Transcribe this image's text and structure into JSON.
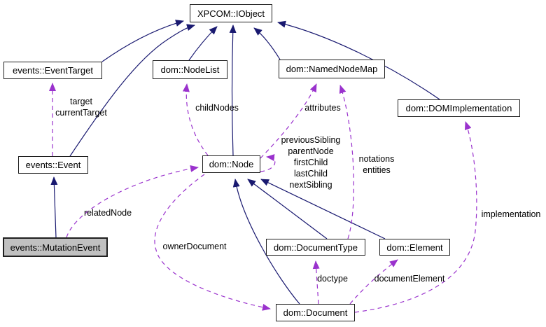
{
  "diagram": {
    "type": "class-collaboration-graph",
    "colors": {
      "inheritance_edge": "#191970",
      "usage_edge": "#9a32cd",
      "node_fill": "#ffffff",
      "node_border": "#1f1f1f",
      "current_node_fill": "#c0c0c0",
      "text": "#000000",
      "background": "#ffffff"
    },
    "nodes": [
      {
        "label": "XPCOM::IObject"
      },
      {
        "label": "events::EventTarget"
      },
      {
        "label": "dom::NodeList"
      },
      {
        "label": "dom::NamedNodeMap"
      },
      {
        "label": "dom::DOMImplementation"
      },
      {
        "label": "events::Event"
      },
      {
        "label": "dom::Node"
      },
      {
        "label": "events::MutationEvent",
        "highlighted": true
      },
      {
        "label": "dom::DocumentType"
      },
      {
        "label": "dom::Element"
      },
      {
        "label": "dom::Document"
      }
    ],
    "edges": {
      "inheritance": [
        {
          "from": "events::EventTarget",
          "to": "XPCOM::IObject"
        },
        {
          "from": "events::Event",
          "to": "XPCOM::IObject"
        },
        {
          "from": "dom::NodeList",
          "to": "XPCOM::IObject"
        },
        {
          "from": "dom::Node",
          "to": "XPCOM::IObject"
        },
        {
          "from": "dom::NamedNodeMap",
          "to": "XPCOM::IObject"
        },
        {
          "from": "dom::DOMImplementation",
          "to": "XPCOM::IObject"
        },
        {
          "from": "events::MutationEvent",
          "to": "events::Event"
        },
        {
          "from": "dom::DocumentType",
          "to": "dom::Node"
        },
        {
          "from": "dom::Element",
          "to": "dom::Node"
        },
        {
          "from": "dom::Document",
          "to": "dom::Node"
        }
      ],
      "usage": [
        {
          "from": "events::Event",
          "to": "events::EventTarget",
          "label": "target\ncurrentTarget"
        },
        {
          "from": "dom::Node",
          "to": "dom::NodeList",
          "label": "childNodes"
        },
        {
          "from": "dom::Node",
          "to": "dom::NamedNodeMap",
          "label": "attributes"
        },
        {
          "from": "dom::Node",
          "to": "dom::Node",
          "label": "previousSibling\nparentNode\nfirstChild\nlastChild\nnextSibling"
        },
        {
          "from": "dom::DocumentType",
          "to": "dom::NamedNodeMap",
          "label": "notations\nentities"
        },
        {
          "from": "events::MutationEvent",
          "to": "dom::Node",
          "label": "relatedNode"
        },
        {
          "from": "dom::Node",
          "to": "dom::Document",
          "label": "ownerDocument"
        },
        {
          "from": "dom::Document",
          "to": "dom::DocumentType",
          "label": "doctype"
        },
        {
          "from": "dom::Document",
          "to": "dom::Element",
          "label": "documentElement"
        },
        {
          "from": "dom::Document",
          "to": "dom::DOMImplementation",
          "label": "implementation"
        }
      ]
    }
  }
}
